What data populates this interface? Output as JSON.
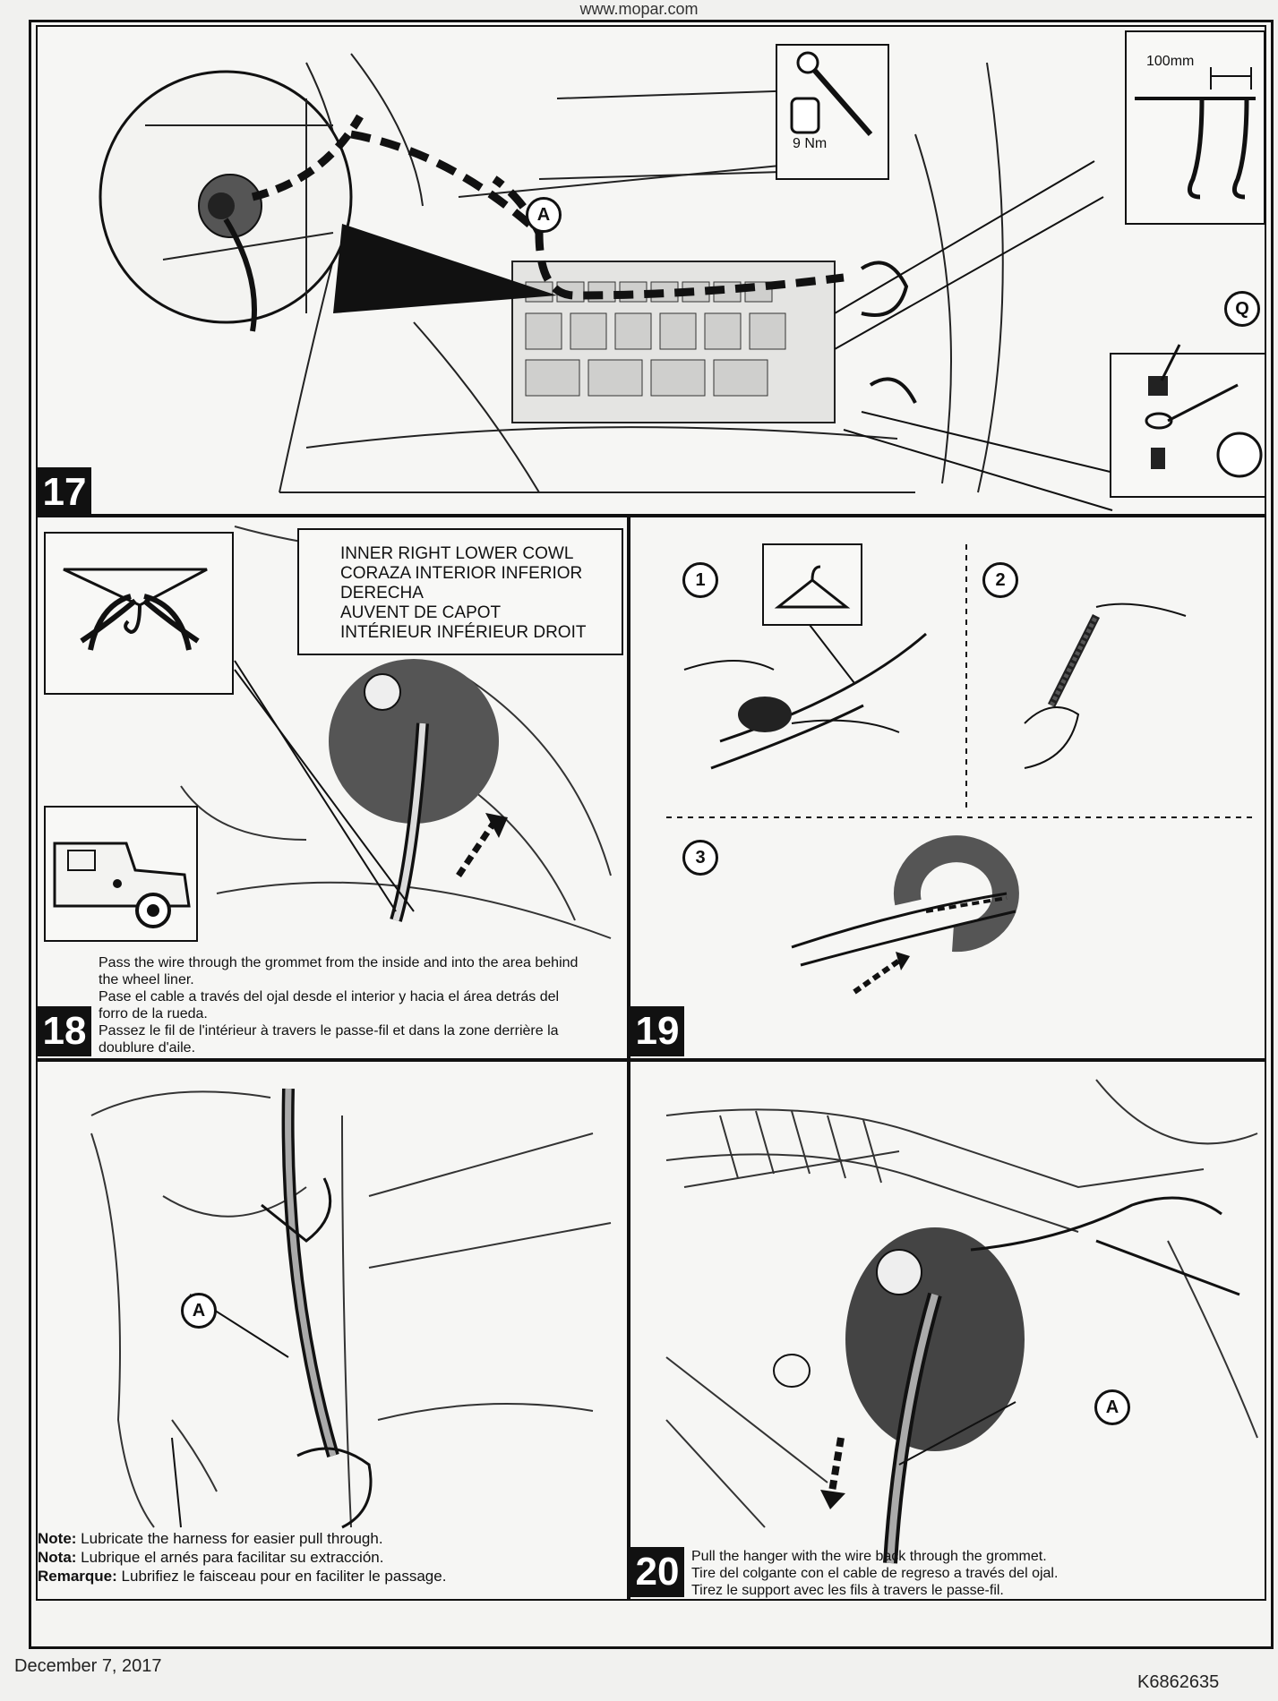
{
  "header": {
    "url": "www.mopar.com"
  },
  "step17": {
    "number": "17",
    "callout_a": "A",
    "callout_q": "Q",
    "torque": "9 Nm",
    "spacing": "100mm",
    "plus": "+"
  },
  "step18": {
    "number": "18",
    "location_lines": [
      "INNER RIGHT LOWER COWL",
      "CORAZA INTERIOR INFERIOR",
      "DERECHA",
      "AUVENT DE CAPOT",
      "INTÉRIEUR INFÉRIEUR DROIT"
    ],
    "caption_lines": [
      "Pass the wire through the grommet from the inside and into the area behind",
      "the wheel liner.",
      "Pase el cable a través del ojal desde el interior y hacia el área detrás del",
      "forro de la rueda.",
      "Passez le fil de l'intérieur à travers le passe-fil et dans la zone derrière la",
      "doublure d'aile."
    ]
  },
  "step19": {
    "number": "19",
    "substeps": [
      "1",
      "2",
      "3"
    ]
  },
  "step_note": {
    "callout_a": "A",
    "notes": [
      {
        "label": "Note:",
        "text": " Lubricate the harness for easier pull through."
      },
      {
        "label": "Nota:",
        "text": " Lubrique el arnés para facilitar su extracción."
      },
      {
        "label": "Remarque:",
        "text": " Lubrifiez le faisceau pour en faciliter le passage."
      }
    ]
  },
  "step20": {
    "number": "20",
    "callout_a": "A",
    "caption_lines": [
      "Pull the hanger with the wire back through the grommet.",
      "Tire del colgante con el cable de regreso a través del ojal.",
      "Tirez le support avec les fils à travers le passe-fil."
    ]
  },
  "footer": {
    "date": "December 7, 2017",
    "doc_number": "K6862635"
  }
}
